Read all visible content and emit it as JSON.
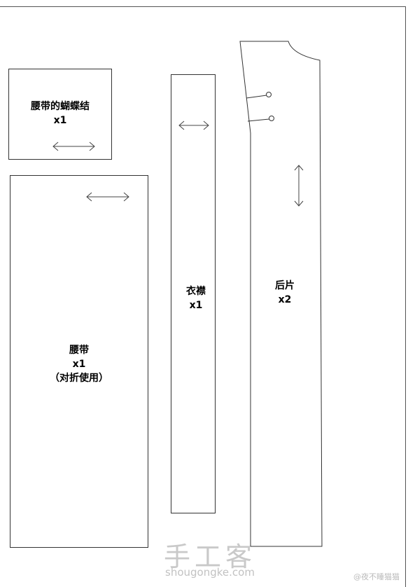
{
  "pieces": [
    {
      "id": "bow",
      "name": "腰带的蝴蝶结",
      "qty": "x1"
    },
    {
      "id": "belt",
      "name": "腰带",
      "qty": "x1",
      "note": "（对折使用）"
    },
    {
      "id": "placket",
      "name": "衣襟",
      "qty": "x1"
    },
    {
      "id": "back",
      "name": "后片",
      "qty": "x2"
    }
  ],
  "watermark": {
    "title": "手工客",
    "site": "shougongke.com",
    "weibo": "@夜不睡猫猫"
  }
}
